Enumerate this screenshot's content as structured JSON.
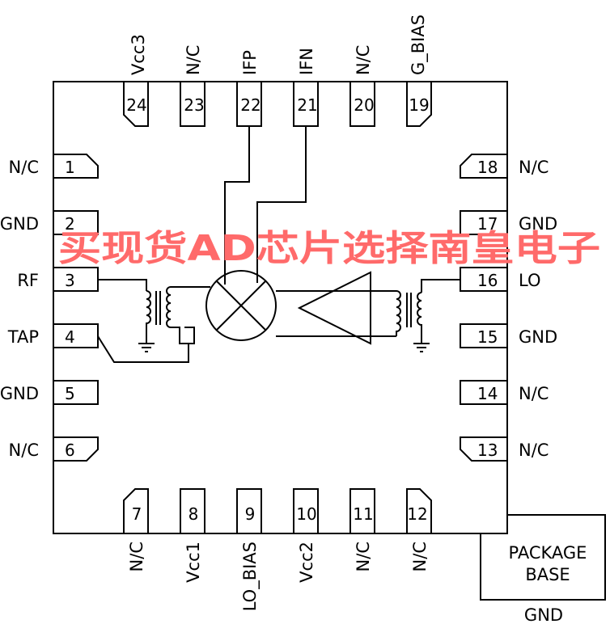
{
  "pins": {
    "p1": {
      "num": "1",
      "name": "N/C"
    },
    "p2": {
      "num": "2",
      "name": "GND"
    },
    "p3": {
      "num": "3",
      "name": "RF"
    },
    "p4": {
      "num": "4",
      "name": "TAP"
    },
    "p5": {
      "num": "5",
      "name": "GND"
    },
    "p6": {
      "num": "6",
      "name": "N/C"
    },
    "p7": {
      "num": "7",
      "name": "N/C"
    },
    "p8": {
      "num": "8",
      "name": "Vcc1"
    },
    "p9": {
      "num": "9",
      "name": "LO_BIAS"
    },
    "p10": {
      "num": "10",
      "name": "Vcc2"
    },
    "p11": {
      "num": "11",
      "name": "N/C"
    },
    "p12": {
      "num": "12",
      "name": "N/C"
    },
    "p13": {
      "num": "13",
      "name": "N/C"
    },
    "p14": {
      "num": "14",
      "name": "N/C"
    },
    "p15": {
      "num": "15",
      "name": "GND"
    },
    "p16": {
      "num": "16",
      "name": "LO"
    },
    "p17": {
      "num": "17",
      "name": "GND"
    },
    "p18": {
      "num": "18",
      "name": "N/C"
    },
    "p19": {
      "num": "19",
      "name": "G_BIAS"
    },
    "p20": {
      "num": "20",
      "name": "N/C"
    },
    "p21": {
      "num": "21",
      "name": "IFN"
    },
    "p22": {
      "num": "22",
      "name": "IFP"
    },
    "p23": {
      "num": "23",
      "name": "N/C"
    },
    "p24": {
      "num": "24",
      "name": "Vcc3"
    }
  },
  "package": {
    "line1": "PACKAGE",
    "line2": "BASE",
    "ground": "GND"
  },
  "watermark": "买现货AD芯片选择南皇电子",
  "colors": {
    "watermark": "#ff6a6a",
    "lines": "#000000"
  },
  "icons": [
    "mixer-symbol",
    "amplifier-triangle",
    "transformer-coil",
    "ground-symbol"
  ]
}
